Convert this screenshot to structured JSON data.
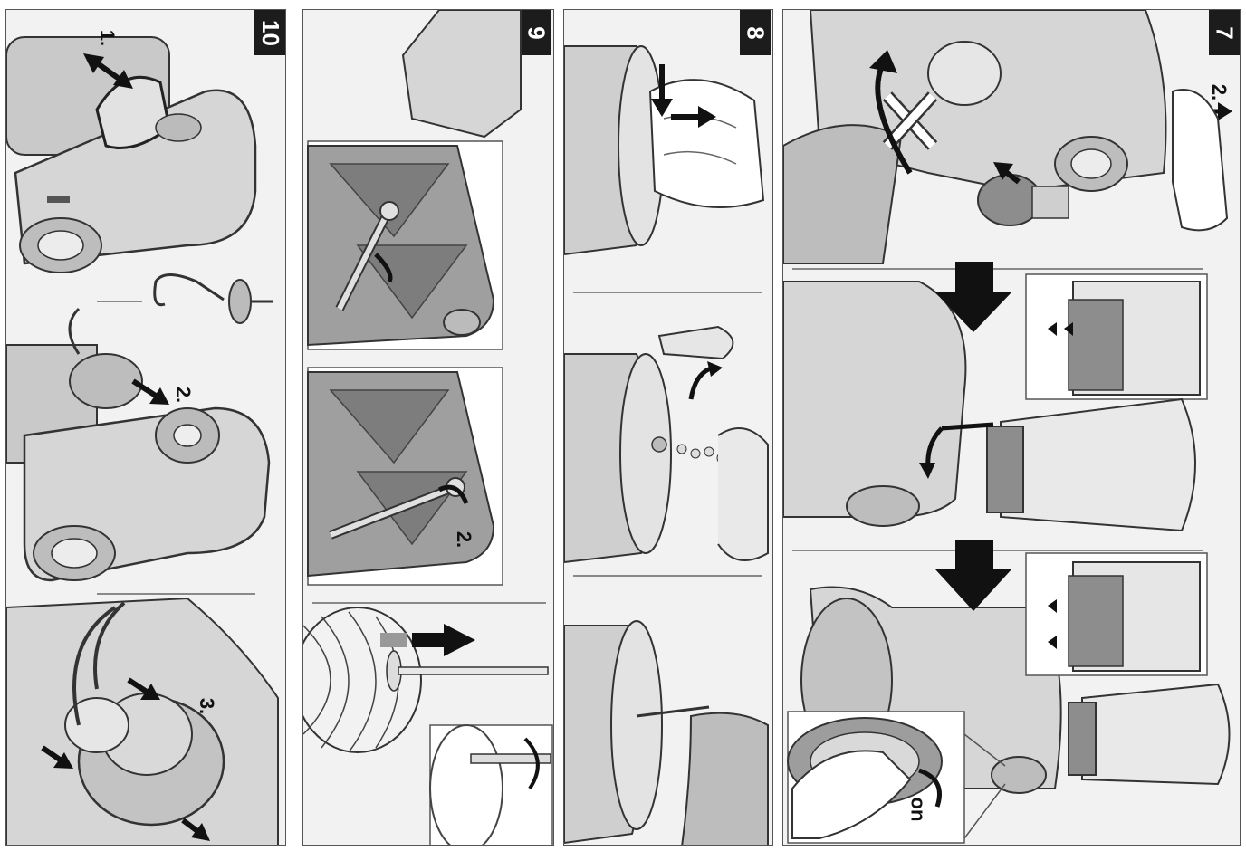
{
  "panels": [
    {
      "number": "10",
      "labels": [
        "1.",
        "2.",
        "3."
      ]
    },
    {
      "number": "9",
      "labels": [
        "2."
      ]
    },
    {
      "number": "8",
      "labels": []
    },
    {
      "number": "7",
      "labels": [
        "2.",
        "on"
      ]
    }
  ],
  "colors": {
    "background": "#ffffff",
    "panel_fill": "#f2f2f2",
    "appliance_gray": "#c9c9c9",
    "appliance_dark": "#8d8d8d",
    "arrow": "#111111",
    "badge": "#1c1c1c"
  },
  "icons": [
    "arrow-icon",
    "cross-icon",
    "dough-hook-icon",
    "whisk-icon",
    "wrench-icon",
    "hand-icon"
  ]
}
